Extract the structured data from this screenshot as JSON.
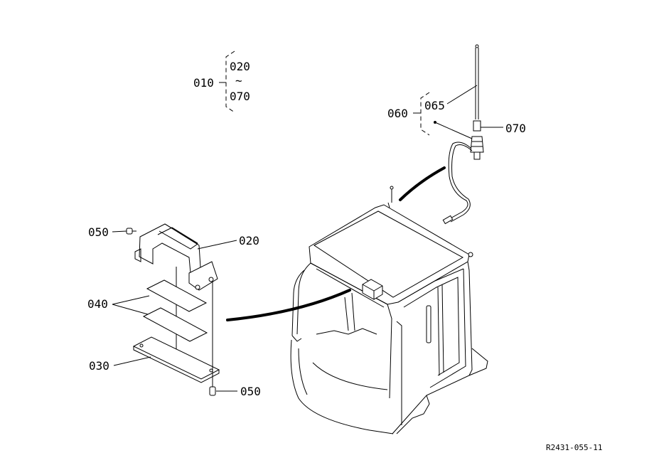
{
  "labels": {
    "group_main": "010",
    "group_main_from": "020",
    "group_main_range": "~",
    "group_main_to": "070",
    "group_antenna": "060",
    "antenna_rod": "065",
    "antenna_base": "070",
    "bracket": "020",
    "spacer_plates": "040",
    "base_plate": "030",
    "bolt_top": "050",
    "bolt_bottom": "050"
  },
  "reference_code": "R2431-055-11"
}
